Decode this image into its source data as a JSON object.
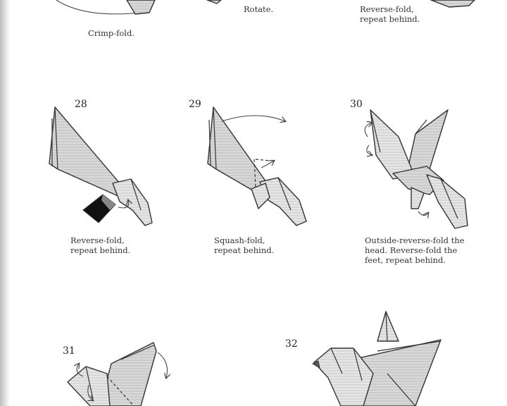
{
  "top_row": {
    "captions": [
      "Crimp-fold.",
      "Rotate.",
      "Reverse-fold,\nrepeat behind."
    ]
  },
  "middle_row": {
    "steps": [
      {
        "number": "28",
        "caption": "Reverse-fold,\nrepeat behind."
      },
      {
        "number": "29",
        "caption": "Squash-fold,\nrepeat behind."
      },
      {
        "number": "30",
        "caption": "Outside-reverse-fold the\nhead. Reverse-fold the\nfeet, repeat behind."
      }
    ]
  },
  "bottom_row": {
    "steps": [
      {
        "number": "31"
      },
      {
        "number": "32"
      }
    ]
  }
}
